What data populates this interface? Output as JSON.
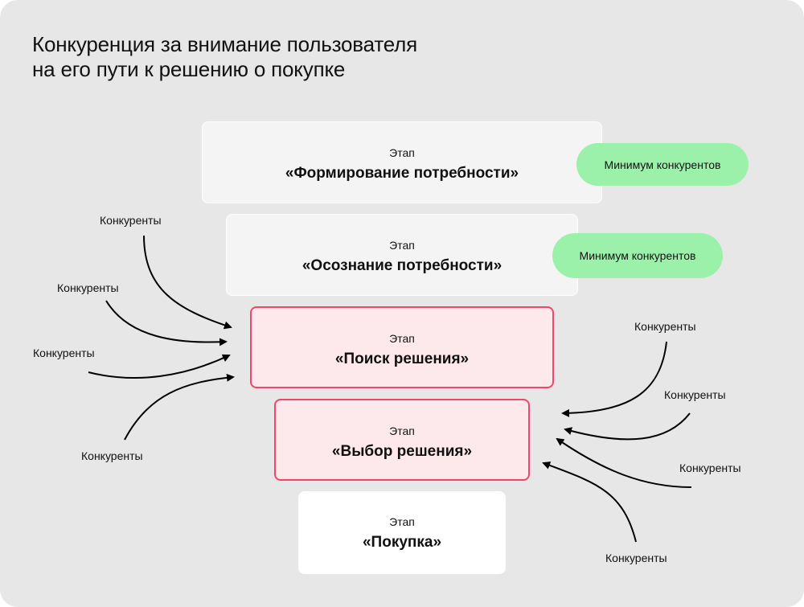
{
  "title": {
    "line1": "Конкуренция за внимание пользователя",
    "line2": "на его пути к решению о покупке"
  },
  "stages": [
    {
      "label": "Этап",
      "name": "«Формирование потребности»"
    },
    {
      "label": "Этап",
      "name": "«Осознание потребности»"
    },
    {
      "label": "Этап",
      "name": "«Поиск решения»"
    },
    {
      "label": "Этап",
      "name": "«Выбор решения»"
    },
    {
      "label": "Этап",
      "name": "«Покупка»"
    }
  ],
  "badges": [
    "Минимум конкурентов",
    "Минимум конкурентов"
  ],
  "competitors": {
    "left": [
      "Конкуренты",
      "Конкуренты",
      "Конкуренты",
      "Конкуренты"
    ],
    "right": [
      "Конкуренты",
      "Конкуренты",
      "Конкуренты",
      "Конкуренты"
    ]
  },
  "colors": {
    "background": "#e7e7e7",
    "highlight_border": "#f4446a",
    "highlight_fill": "#fde8ec",
    "badge": "#9cf1aa"
  }
}
